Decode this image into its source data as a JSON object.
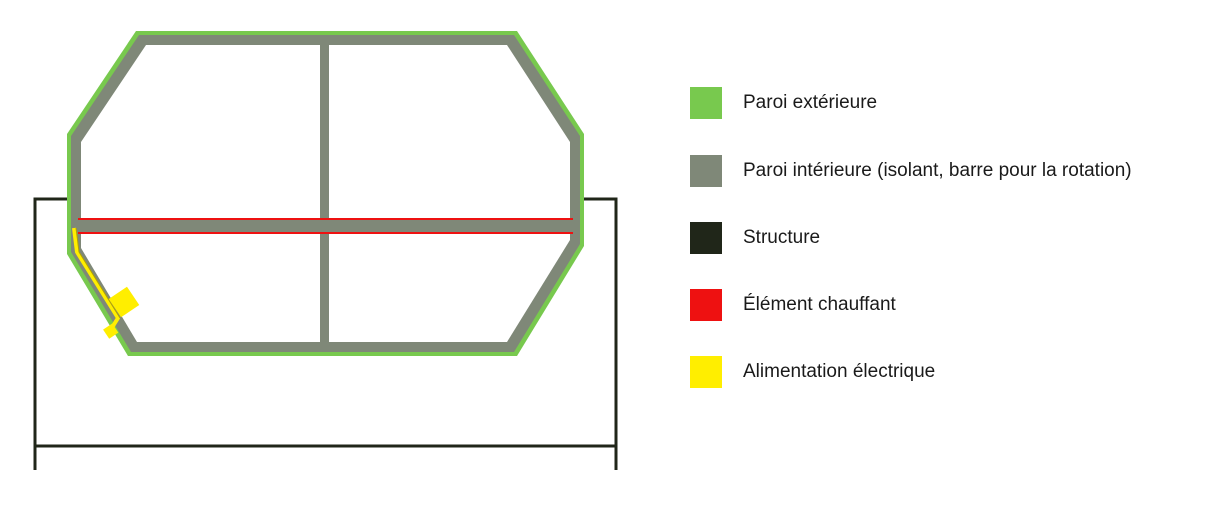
{
  "legend": {
    "items": [
      {
        "key": "outer",
        "label": "Paroi extérieure",
        "color": "#78c94e"
      },
      {
        "key": "inner",
        "label": "Paroi intérieure (isolant, barre pour la rotation)",
        "color": "#7f8878"
      },
      {
        "key": "structure",
        "label": "Structure",
        "color": "#202619"
      },
      {
        "key": "heater",
        "label": "Élément chauffant",
        "color": "#ee1111"
      },
      {
        "key": "power",
        "label": "Alimentation électrique",
        "color": "#ffee00"
      }
    ]
  },
  "colors": {
    "outer_wall": "#78c94e",
    "inner_wall": "#7f8878",
    "structure": "#202619",
    "heating_element": "#ee1111",
    "power_supply": "#ffee00",
    "background": "#ffffff"
  }
}
